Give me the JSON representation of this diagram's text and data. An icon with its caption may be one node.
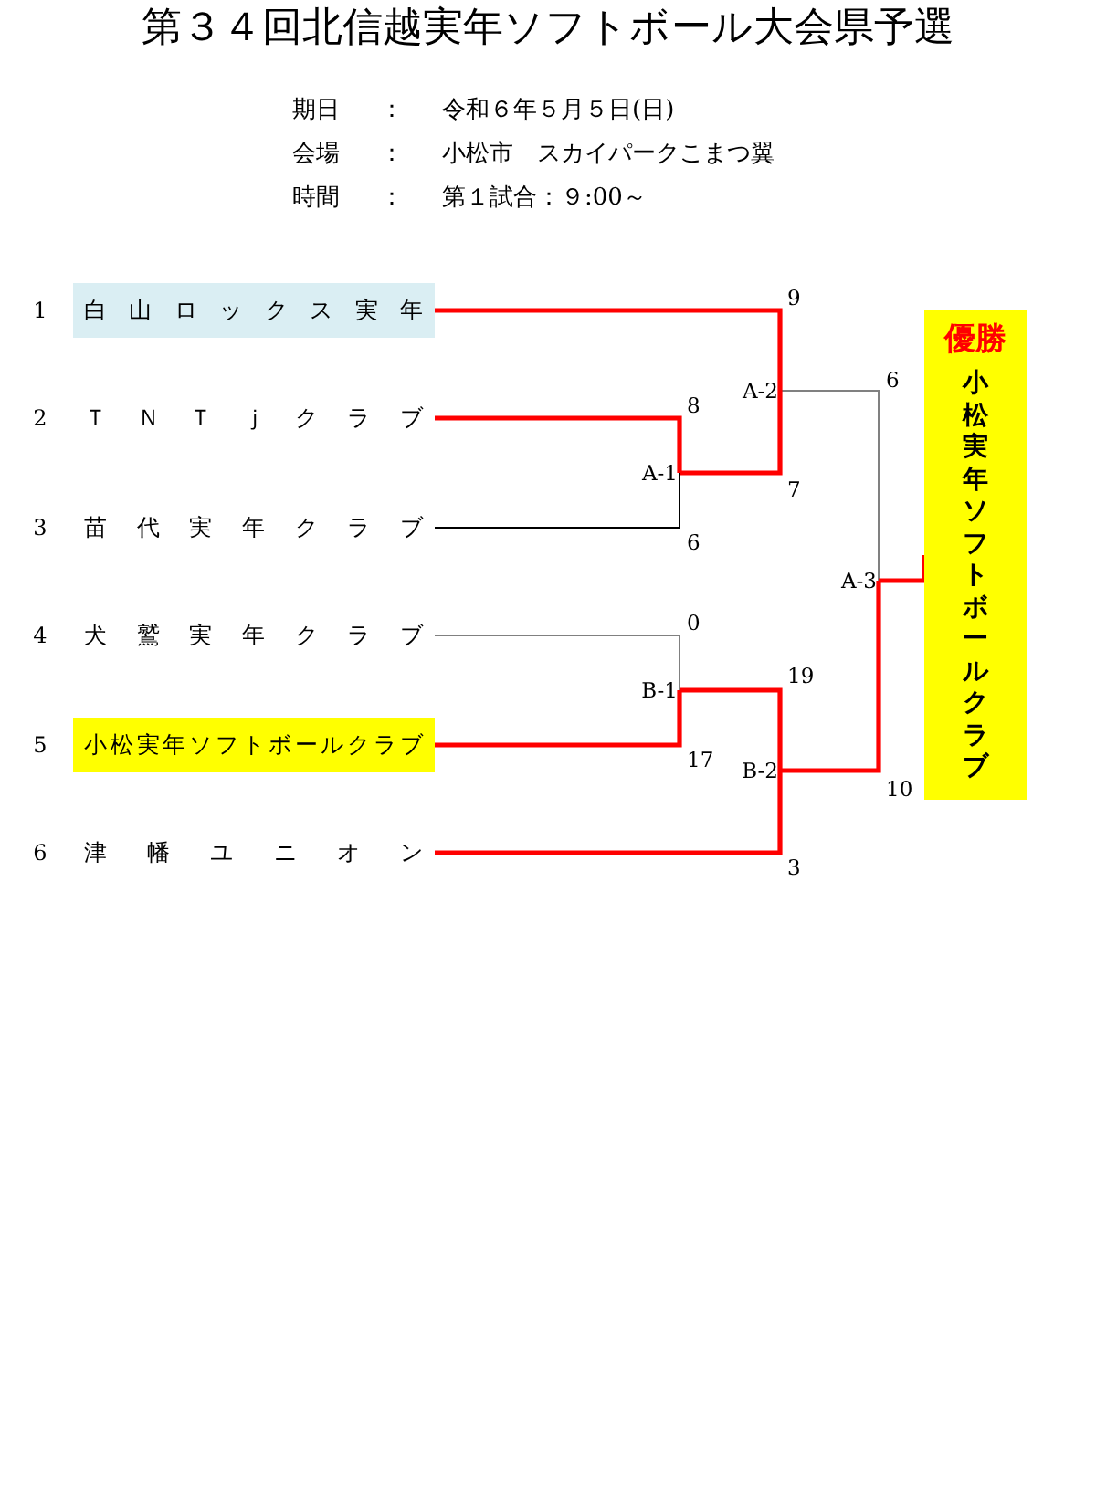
{
  "diagram": {
    "title": "第３４回北信越実年ソフトボール大会県予選",
    "nodes": [
      {
        "text": [
          "白山ロックス実年"
        ],
        "beside": [
          "1"
        ]
      },
      {
        "text": [
          "ＴＮＴｊクラブ"
        ],
        "beside": [
          "2"
        ]
      },
      {
        "text": [
          "苗代実年クラブ"
        ],
        "beside": [
          "3"
        ]
      },
      {
        "text": [
          "犬鷲実年クラブ"
        ],
        "beside": [
          "4"
        ]
      },
      {
        "text": [
          "小松実年ソフトボールクラブ"
        ],
        "beside": [
          "5"
        ]
      },
      {
        "text": [
          "津幡ユニオン"
        ],
        "beside": [
          "6"
        ]
      },
      {
        "text": [
          "A-1"
        ]
      },
      {
        "text": [
          "A-2"
        ]
      },
      {
        "text": [
          "B-1"
        ]
      },
      {
        "text": [
          "B-2"
        ]
      },
      {
        "text": [
          "A-3"
        ]
      },
      {
        "text": [
          "優勝",
          "小松実年ソフトボールクラブ"
        ]
      }
    ],
    "edges": [
      {
        "from": 0,
        "to": 7,
        "arrow": "none",
        "label": "9"
      },
      {
        "from": 1,
        "to": 6,
        "arrow": "none",
        "label": "8"
      },
      {
        "from": 2,
        "to": 6,
        "arrow": "none",
        "label": "6",
        "color": "#000000"
      },
      {
        "from": 6,
        "to": 7,
        "arrow": "none",
        "label": "7"
      },
      {
        "from": 3,
        "to": 8,
        "arrow": "none",
        "label": "0",
        "color": "#808080"
      },
      {
        "from": 4,
        "to": 8,
        "arrow": "none",
        "label": "17"
      },
      {
        "from": 8,
        "to": 9,
        "arrow": "none",
        "label": "19"
      },
      {
        "from": 5,
        "to": 9,
        "arrow": "none",
        "label": "3"
      },
      {
        "from": 7,
        "to": 10,
        "arrow": "none",
        "label": "6",
        "color": "#808080"
      },
      {
        "from": 9,
        "to": 10,
        "arrow": "none",
        "label": "10"
      },
      {
        "from": 10,
        "to": 11,
        "arrow": "none"
      }
    ],
    "labels": [
      "期日",
      "：",
      "令和６年５月５日(日)",
      "会場",
      "：",
      "小松市　スカイパークこまつ翼",
      "時間",
      "：",
      "第１試合：９:00～"
    ]
  }
}
